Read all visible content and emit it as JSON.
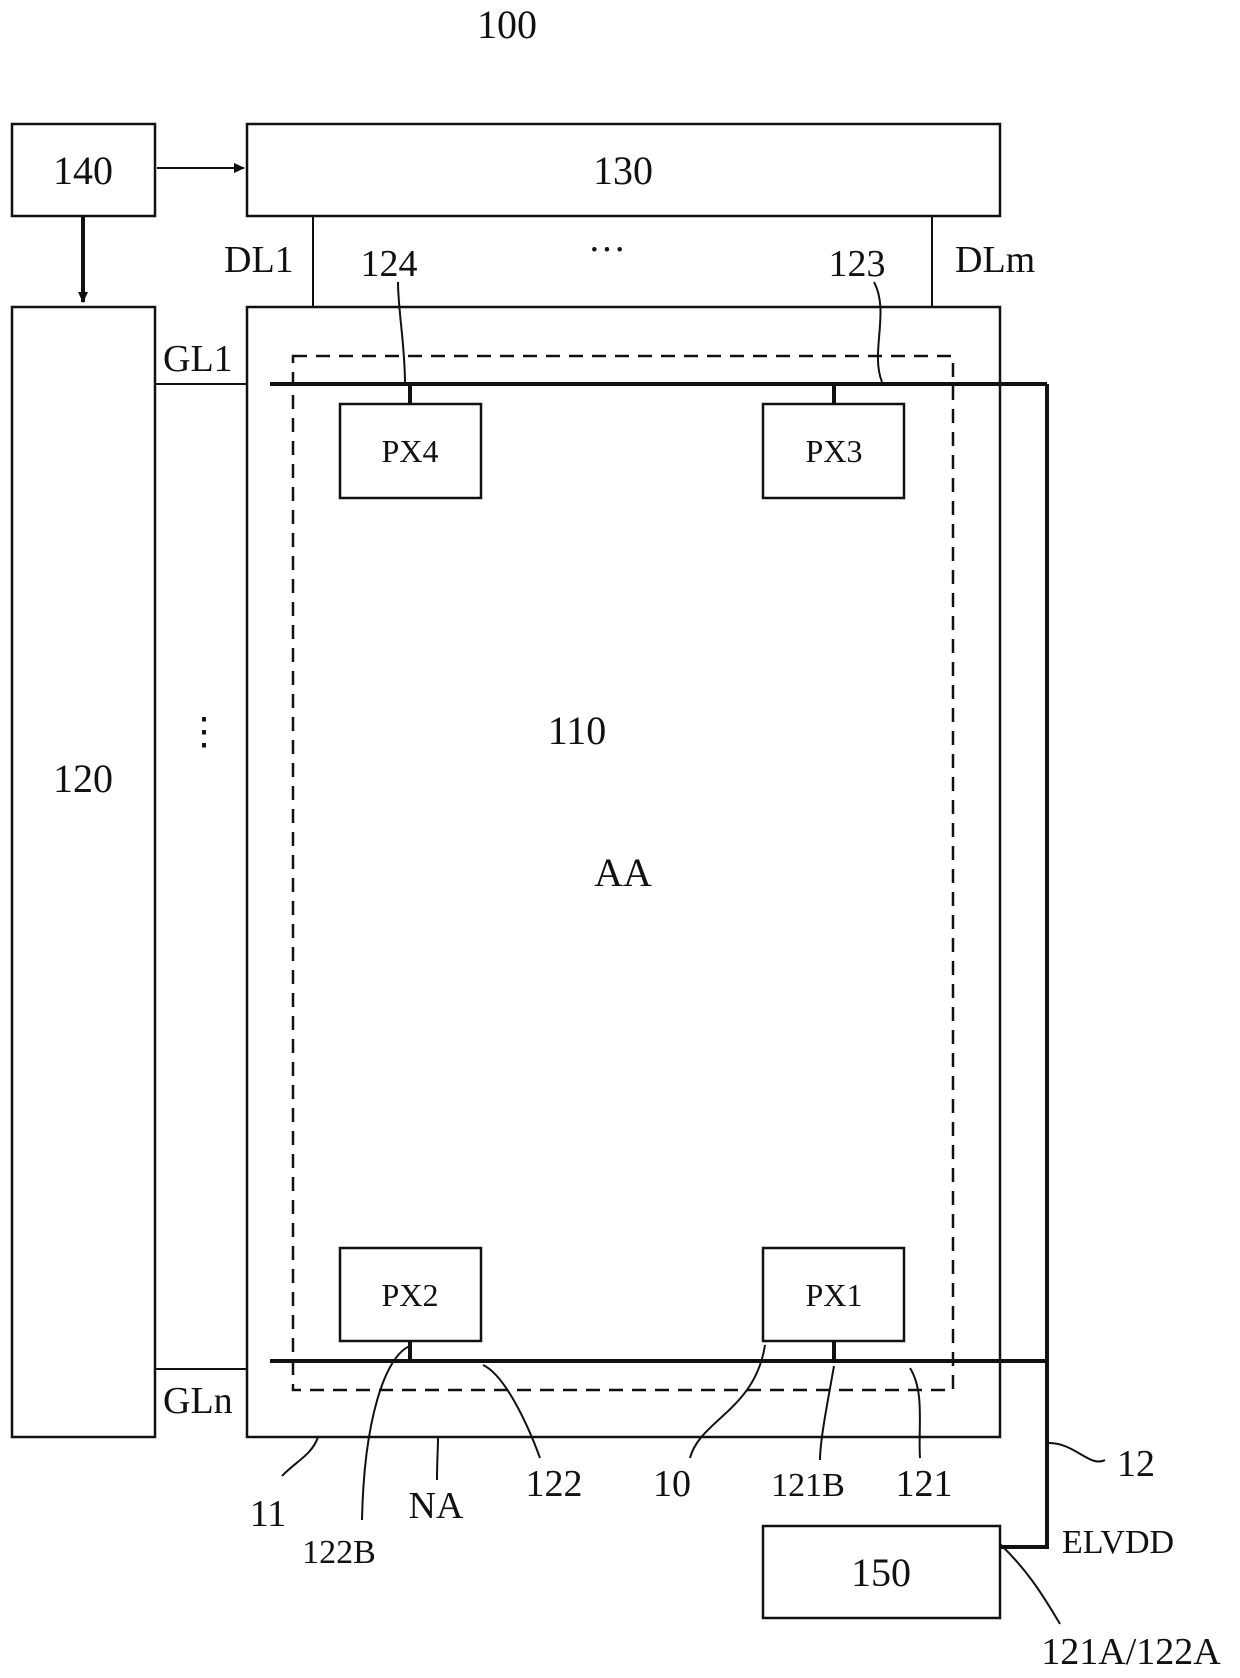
{
  "figure": {
    "number": "100",
    "blocks": {
      "b140": "140",
      "b130": "130",
      "b120": "120",
      "b150": "150",
      "panel_110": "110",
      "active_area": "AA",
      "non_active_area": "NA"
    },
    "pixels": {
      "px1": "PX1",
      "px2": "PX2",
      "px3": "PX3",
      "px4": "PX4"
    },
    "lines": {
      "dl1": "DL1",
      "dlm": "DLm",
      "gl1": "GL1",
      "gln": "GLn",
      "elvdd": "ELVDD",
      "ellipsis_data": "···",
      "ellipsis_gate": "⋮"
    },
    "refs": {
      "r124": "124",
      "r123": "123",
      "r11": "11",
      "r122B": "122B",
      "r122": "122",
      "r10": "10",
      "r121B": "121B",
      "r121": "121",
      "r12": "12",
      "r121A_122A": "121A/122A"
    }
  }
}
